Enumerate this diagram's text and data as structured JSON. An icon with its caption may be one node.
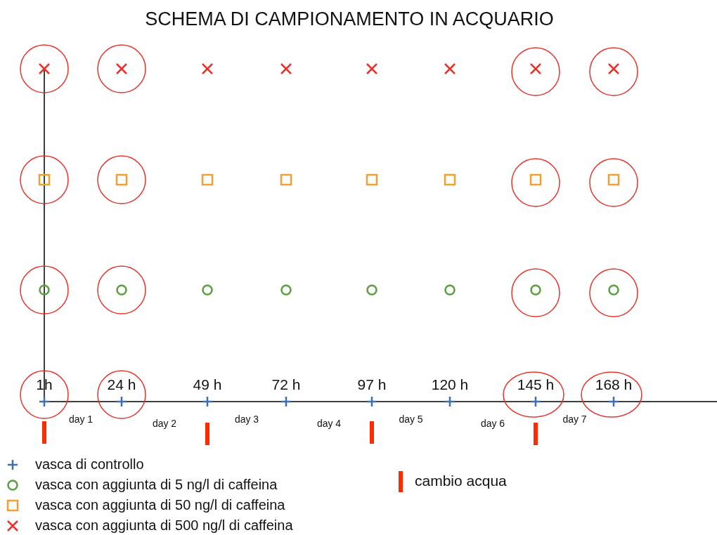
{
  "diagram": {
    "title": "SCHEMA DI CAMPIONAMENTO IN ACQUARIO",
    "labels": [
      "1h",
      "24 h",
      "49 h",
      "72 h",
      "97 h",
      "120 h",
      "145 h",
      "168 h",
      "day 1",
      "day 2",
      "day 3",
      "day 4",
      "day 5",
      "day 6",
      "day 7"
    ],
    "legend": [
      {
        "text": "vasca di controllo"
      },
      {
        "text": "vasca con aggiunta di 5 ng/l di caffeina"
      },
      {
        "text": "vasca con aggiunta di 50 ng/l di caffeina"
      },
      {
        "text": "vasca con aggiunta di 500 ng/l di caffeina"
      },
      {
        "text": "cambio acqua"
      }
    ]
  }
}
